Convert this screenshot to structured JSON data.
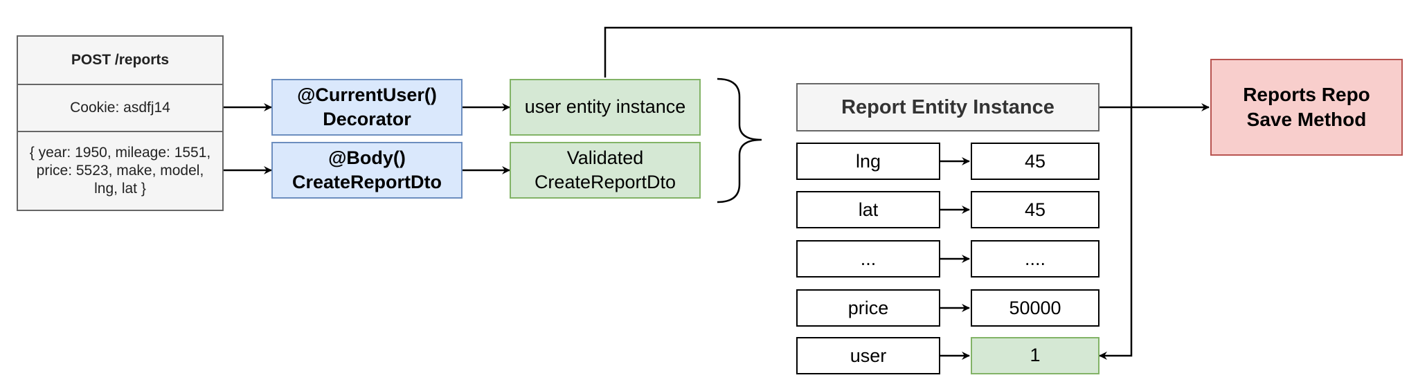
{
  "request": {
    "title": "POST /reports",
    "cookie": "Cookie: asdfj14",
    "body": "{ year: 1950, mileage: 1551,\nprice: 5523, make, model,\nlng, lat }"
  },
  "decorators": {
    "current_user": "@CurrentUser()\nDecorator",
    "body_dto": "@Body()\nCreateReportDto"
  },
  "results": {
    "user_entity": "user entity instance",
    "validated_dto": "Validated\nCreateReportDto"
  },
  "entity": {
    "title": "Report Entity Instance",
    "rows": [
      {
        "key": "lng",
        "value": "45"
      },
      {
        "key": "lat",
        "value": "45"
      },
      {
        "key": "...",
        "value": "...."
      },
      {
        "key": "price",
        "value": "50000"
      },
      {
        "key": "user",
        "value": "1"
      }
    ]
  },
  "repo": {
    "label": "Reports Repo\nSave Method"
  },
  "colors": {
    "request_fill": "#f5f5f5",
    "request_stroke": "#666666",
    "decorator_fill": "#dae8fc",
    "decorator_stroke": "#6c8ebf",
    "result_fill": "#d5e8d4",
    "result_stroke": "#82b366",
    "repo_fill": "#f8cecc",
    "repo_stroke": "#b85450"
  }
}
